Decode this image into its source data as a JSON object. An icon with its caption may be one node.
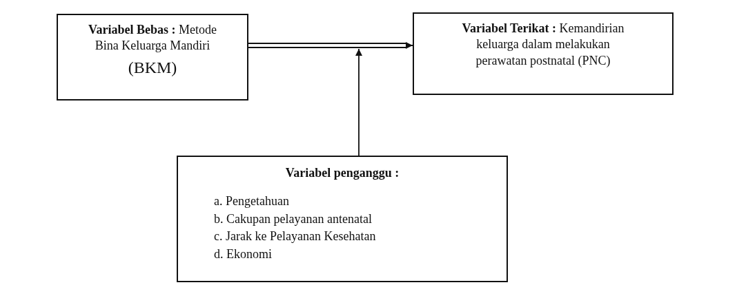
{
  "diagram": {
    "nodes": [
      {
        "text": [
          "**Variabel Bebas :** Metode Bina Keluarga Mandiri",
          "(BKM)"
        ]
      },
      {
        "text": [
          "**Variabel Terikat :** Kemandirian keluarga dalam melakukan perawatan postnatal (PNC)"
        ]
      },
      {
        "text": [
          "Variabel penganggu :",
          "a. Pengetahuan",
          "b. Cakupan pelayanan antenatal",
          "c. Jarak ke Pelayanan Kesehatan",
          "d. Ekonomi"
        ]
      }
    ],
    "edges": [
      {
        "from": 0,
        "to": 1,
        "arrow": "to"
      },
      {
        "from": 2,
        "to": null,
        "arrow": "to"
      }
    ]
  }
}
